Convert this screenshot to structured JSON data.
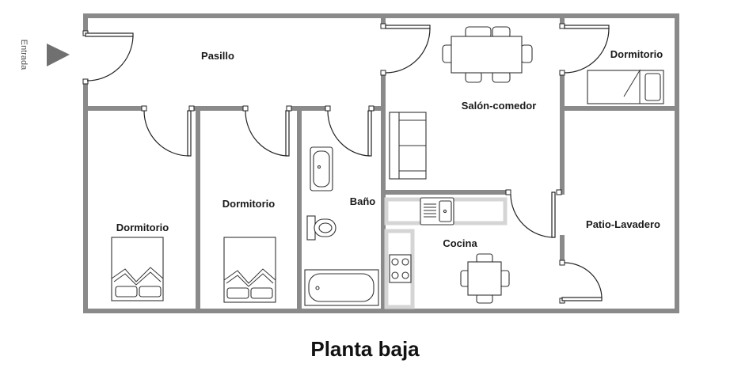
{
  "title": "Planta baja",
  "entrance": {
    "label": "Entrada",
    "arrow_color": "#707070"
  },
  "rooms": {
    "pasillo": "Pasillo",
    "salon": "Salón-comedor",
    "dormitorio_top_right": "Dormitorio",
    "dormitorio_left": "Dormitorio",
    "dormitorio_middle": "Dormitorio",
    "bano": "Baño",
    "cocina": "Cocina",
    "patio": "Patio-Lavadero"
  },
  "colors": {
    "wall": "#8a8a8a",
    "counter": "#d5d5d5",
    "line": "#222222"
  }
}
